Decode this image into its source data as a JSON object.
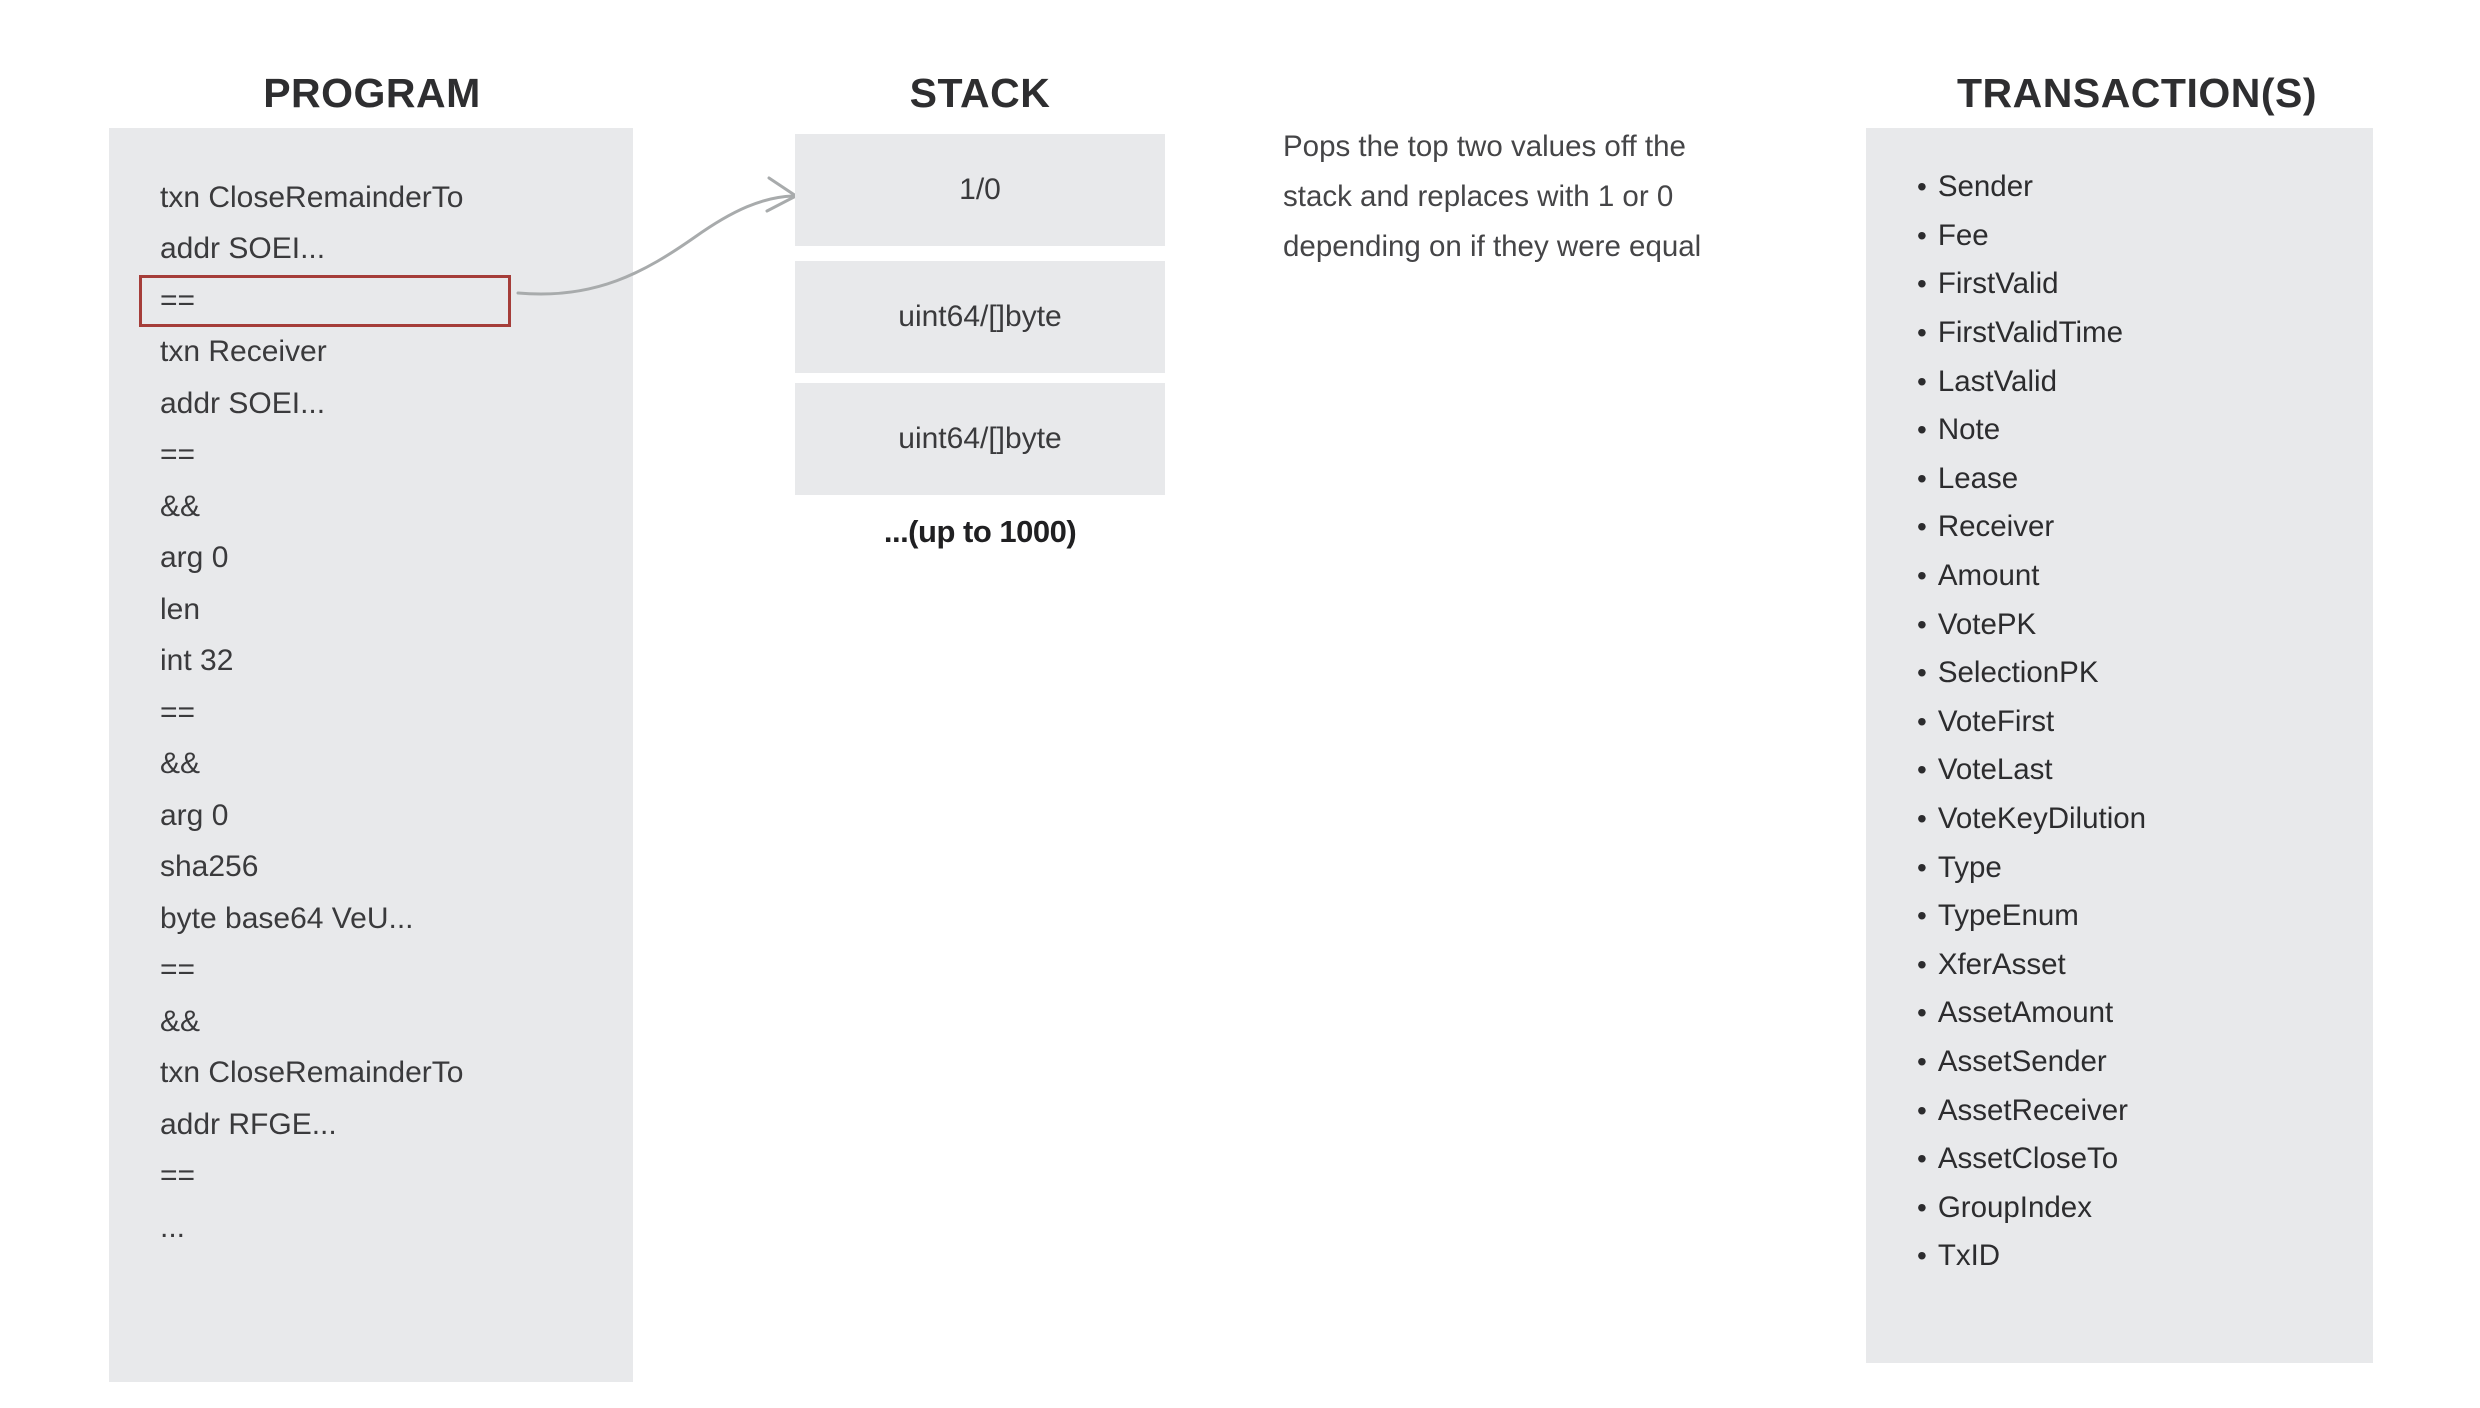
{
  "colors": {
    "panel_bg": "#e8e9eb",
    "highlight_border": "#a53d39",
    "arrow": "#a8abac",
    "title_text": "#2e2e30",
    "code_text": "#3a3a3c",
    "note_text": "#454547",
    "txn_text": "#2c2c2e",
    "footnote_text": "#202022"
  },
  "program": {
    "title": "PROGRAM",
    "lines": [
      {
        "text": "txn CloseRemainderTo",
        "highlight": false
      },
      {
        "text": "addr SOEI...",
        "highlight": false
      },
      {
        "text": "==",
        "highlight": true
      },
      {
        "text": "txn Receiver",
        "highlight": false
      },
      {
        "text": "addr SOEI...",
        "highlight": false
      },
      {
        "text": "==",
        "highlight": false
      },
      {
        "text": "&&",
        "highlight": false
      },
      {
        "text": "arg 0",
        "highlight": false
      },
      {
        "text": "len",
        "highlight": false
      },
      {
        "text": "int 32",
        "highlight": false
      },
      {
        "text": "==",
        "highlight": false
      },
      {
        "text": "&&",
        "highlight": false
      },
      {
        "text": "arg 0",
        "highlight": false
      },
      {
        "text": "sha256",
        "highlight": false
      },
      {
        "text": "byte base64 VeU...",
        "highlight": false
      },
      {
        "text": "==",
        "highlight": false
      },
      {
        "text": "&&",
        "highlight": false
      },
      {
        "text": "txn CloseRemainderTo",
        "highlight": false
      },
      {
        "text": "addr RFGE...",
        "highlight": false
      },
      {
        "text": "==",
        "highlight": false
      },
      {
        "text": "...",
        "highlight": false
      }
    ]
  },
  "stack": {
    "title": "STACK",
    "boxes": [
      {
        "label": "1/0"
      },
      {
        "label": "uint64/[]byte"
      },
      {
        "label": "uint64/[]byte"
      }
    ],
    "footnote": "...(up to 1000)"
  },
  "note": {
    "lines": [
      "Pops the top two values off the",
      "stack and replaces with 1 or 0",
      "depending on if they were equal"
    ]
  },
  "transactions": {
    "title": "TRANSACTION(S)",
    "fields": [
      "Sender",
      "Fee",
      "FirstValid",
      "FirstValidTime",
      "LastValid",
      "Note",
      "Lease",
      "Receiver",
      "Amount",
      "VotePK",
      "SelectionPK",
      "VoteFirst",
      "VoteLast",
      "VoteKeyDilution",
      "Type",
      "TypeEnum",
      "XferAsset",
      "AssetAmount",
      "AssetSender",
      "AssetReceiver",
      "AssetCloseTo",
      "GroupIndex",
      "TxID"
    ]
  },
  "bullet_glyph": "•"
}
